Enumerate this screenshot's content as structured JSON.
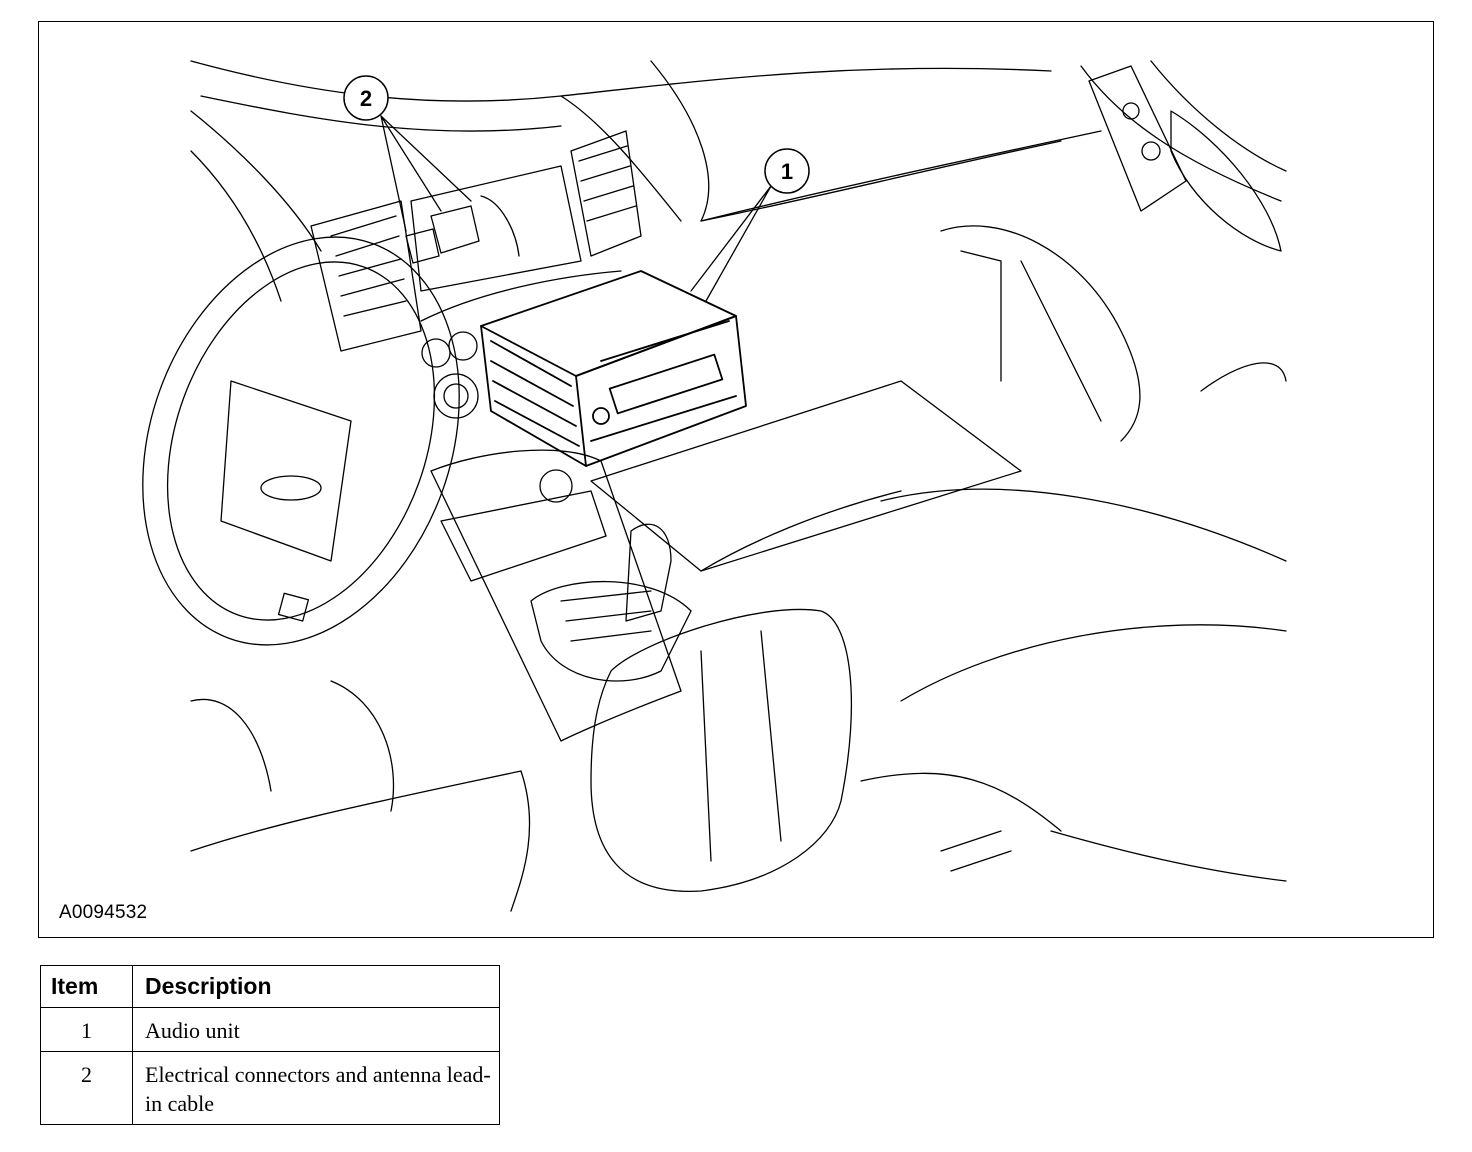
{
  "figure": {
    "id": "A0094532",
    "callouts": [
      {
        "number": "1",
        "target": "audio unit"
      },
      {
        "number": "2",
        "target": "electrical connectors and antenna lead-in cable"
      }
    ]
  },
  "legend": {
    "headers": {
      "item": "Item",
      "description": "Description"
    },
    "rows": [
      {
        "item": "1",
        "description": "Audio unit"
      },
      {
        "item": "2",
        "description": "Electrical connectors and antenna lead-in cable"
      }
    ]
  }
}
